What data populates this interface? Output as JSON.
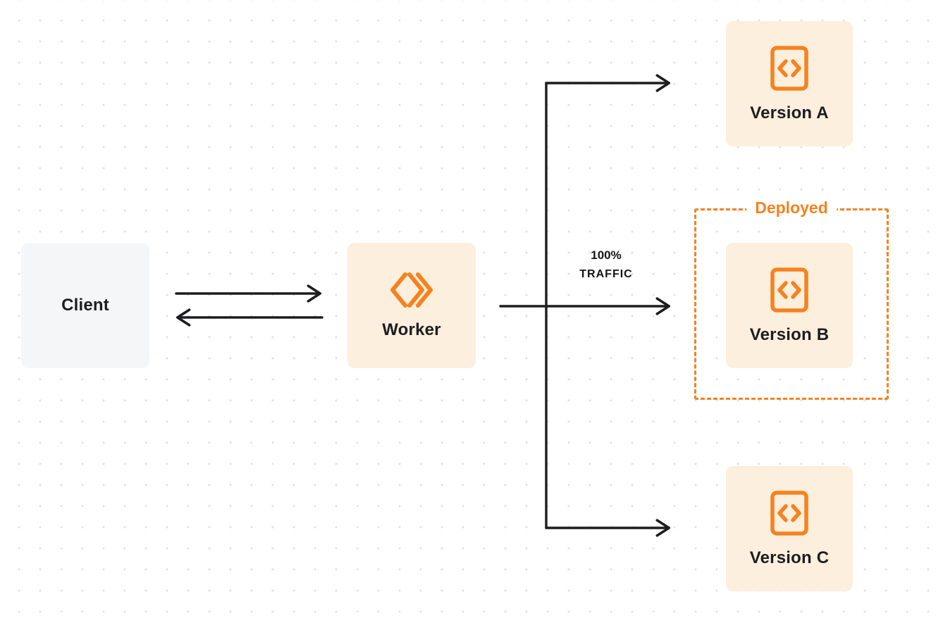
{
  "diagram": {
    "nodes": {
      "client": {
        "label": "Client"
      },
      "worker": {
        "label": "Worker"
      },
      "version_a": {
        "label": "Version A"
      },
      "version_b": {
        "label": "Version B"
      },
      "version_c": {
        "label": "Version C"
      }
    },
    "traffic_label": {
      "line1": "100%",
      "line2": "TRAFFIC"
    },
    "deployed_group": {
      "label": "Deployed"
    },
    "icons": {
      "worker_icon": "cloudflare-workers-chevrons-icon",
      "version_icon": "code-brackets-icon"
    },
    "colors": {
      "accent_orange": "#F6821F",
      "node_fill_cream": "#FCEFDD",
      "client_fill_gray": "#F5F6F8",
      "line_and_text": "#1D1D1F",
      "dot_grid": "#E3E3E6",
      "background": "#FFFFFF"
    }
  }
}
